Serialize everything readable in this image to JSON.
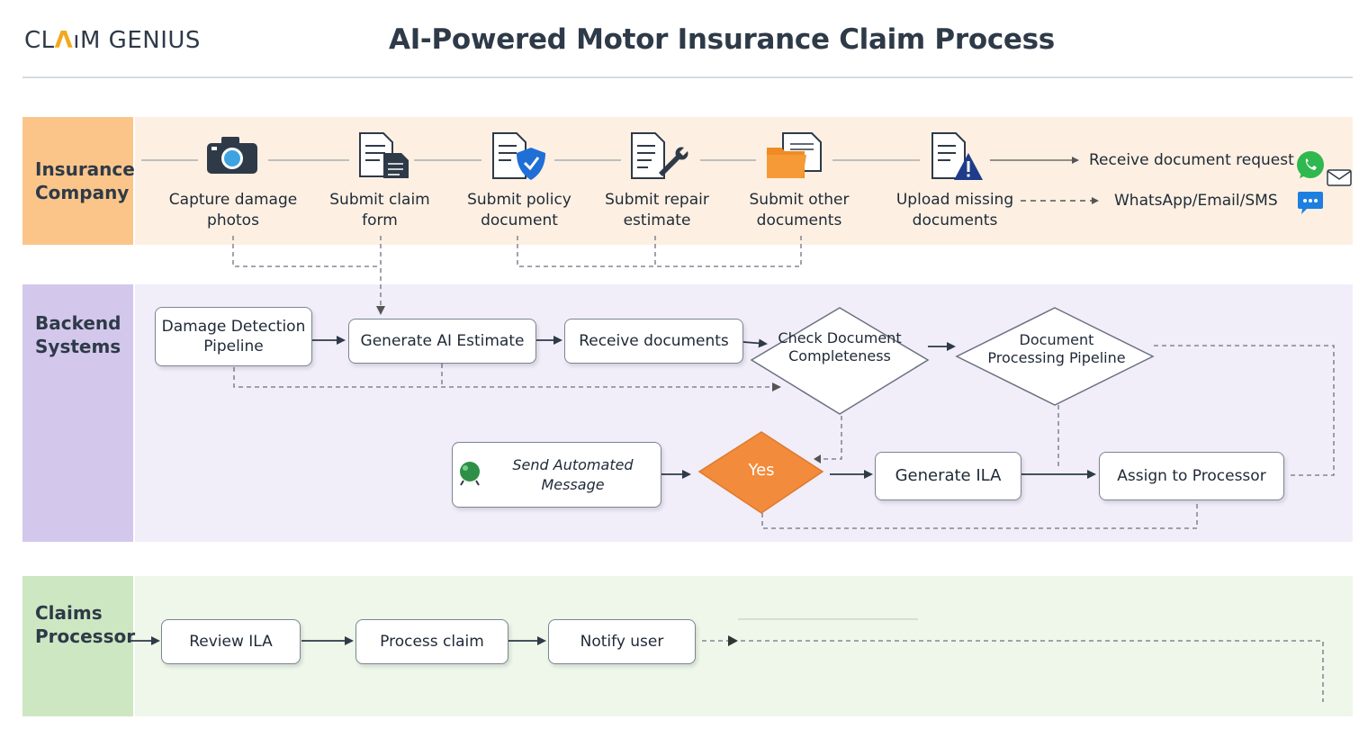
{
  "header": {
    "logo_part1": "CL",
    "logo_part2": "Λ",
    "logo_part3": "ıM GENIUS",
    "title": "AI-Powered Motor Insurance Claim Process"
  },
  "lanes": {
    "insurance": "Insurance Company",
    "backend": "Backend Systems",
    "processor": "Claims Processor"
  },
  "insurance_steps": [
    {
      "label": "Capture damage photos",
      "icon": "camera-icon"
    },
    {
      "label": "Submit claim form",
      "icon": "form-document-icon"
    },
    {
      "label": "Submit policy document",
      "icon": "shield-document-icon"
    },
    {
      "label": "Submit repair estimate",
      "icon": "wrench-document-icon"
    },
    {
      "label": "Submit other documents",
      "icon": "folder-icon"
    },
    {
      "label": "Upload missing documents",
      "icon": "alert-document-icon"
    }
  ],
  "notifications": {
    "receive_request": "Receive document request",
    "channels": "WhatsApp/Email/SMS"
  },
  "backend": {
    "damage_detection": "Damage Detection Pipeline",
    "generate_estimate": "Generate AI Estimate",
    "receive_documents": "Receive documents",
    "check_completeness": "Check Document Completeness",
    "doc_processing": "Document Processing Pipeline",
    "send_message": "Send Automated Message",
    "yes": "Yes",
    "generate_ila": "Generate ILA",
    "assign_processor": "Assign to Processor"
  },
  "processor": {
    "review": "Review ILA",
    "process": "Process claim",
    "notify": "Notify user"
  },
  "colors": {
    "insurance_label": "#fbc58a",
    "backend_label": "#d3c7ec",
    "processor_label": "#cde7c2",
    "decision_yes": "#f28b3c",
    "logo_accent": "#f2a91c"
  }
}
